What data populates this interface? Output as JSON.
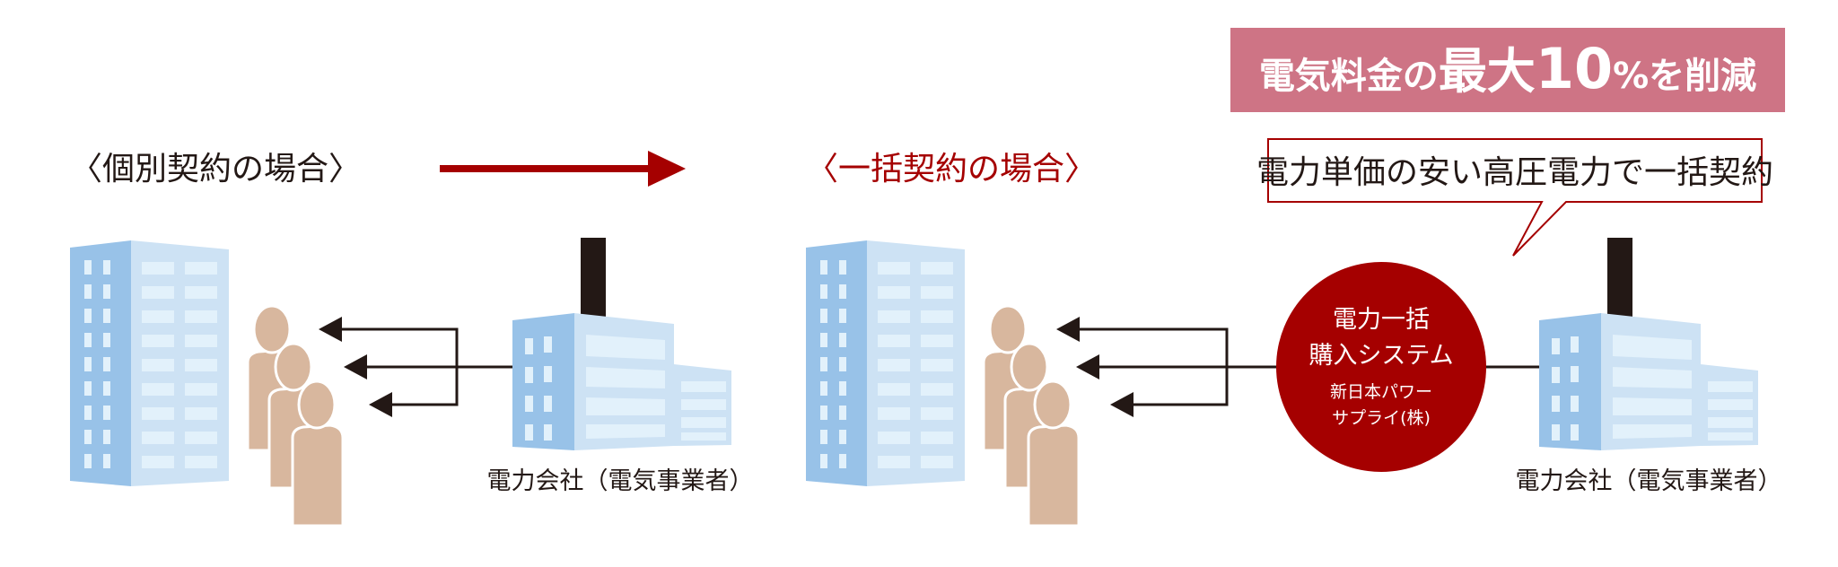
{
  "colors": {
    "banner": "#ce7485",
    "red": "#a50000",
    "building_dark": "#98c2e8",
    "building_light": "#cde2f4",
    "window": "#e2f1fb",
    "person": "#d8b79e",
    "chimney": "#231815",
    "text": "#231815"
  },
  "banner": {
    "prefix": "電気料金の",
    "emphasis": "最大",
    "number": "10",
    "percent": "%",
    "suffix": "を削減"
  },
  "callout": {
    "text": "電力単価の安い高圧電力で一括契約"
  },
  "left": {
    "title": "〈個別契約の場合〉",
    "supplier_label": "電力会社（電気事業者）"
  },
  "right": {
    "title": "〈一括契約の場合〉",
    "system_line1": "電力一括",
    "system_line2": "購入システム",
    "company_line1": "新日本パワー",
    "company_line2": "サプライ(株)",
    "supplier_label": "電力会社（電気事業者）"
  }
}
